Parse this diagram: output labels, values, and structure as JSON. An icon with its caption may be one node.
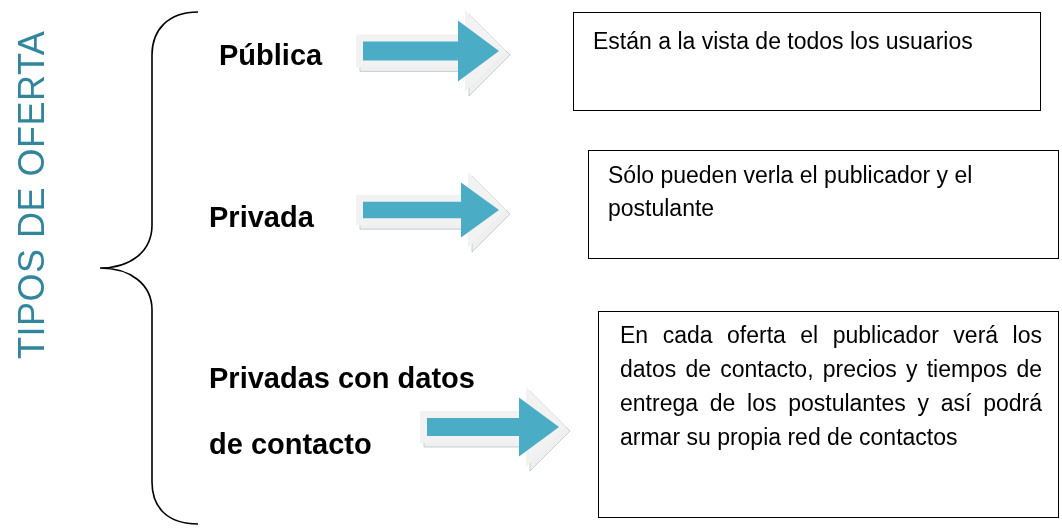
{
  "diagram": {
    "title": "TIPOS DE OFERTA",
    "nodes": [
      {
        "text": [
          "Pública"
        ]
      },
      {
        "text": [
          "Privada"
        ]
      },
      {
        "text": [
          "Privadas con datos de contacto"
        ]
      },
      {
        "text": [
          "Están a la vista de todos los usuarios"
        ]
      },
      {
        "text": [
          "Sólo pueden verla el publicador y el postulante"
        ]
      },
      {
        "text": [
          "En cada oferta el publicador verá los datos de contacto, precios y tiempos de entrega de los postulantes y así podrá armar su propia red de contactos"
        ]
      }
    ],
    "edges": [
      {
        "from": 0,
        "to": 3,
        "arrow": "to"
      },
      {
        "from": 1,
        "to": 4,
        "arrow": "to"
      },
      {
        "from": 2,
        "to": 5,
        "arrow": "to"
      }
    ]
  }
}
